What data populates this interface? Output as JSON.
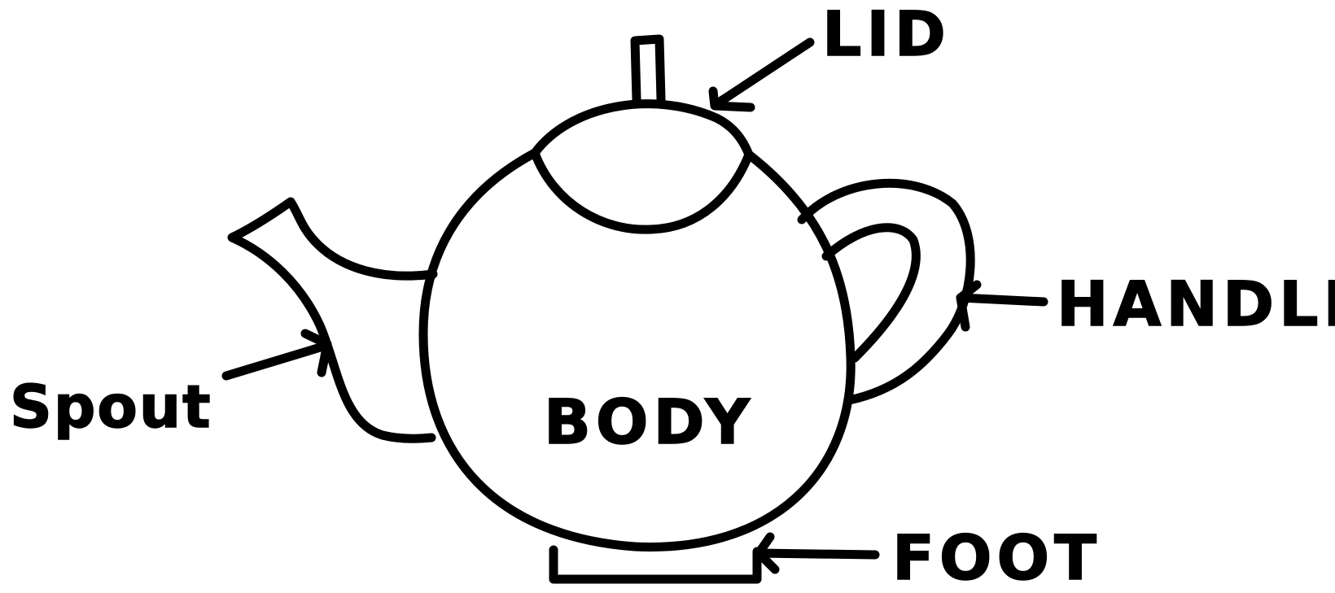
{
  "labels": {
    "lid": "LID",
    "handle": "HANDLE",
    "spout": "Spout",
    "body": "BODY",
    "foot": "FOOT"
  },
  "colors": {
    "ink": "#000000",
    "background": "#ffffff"
  }
}
